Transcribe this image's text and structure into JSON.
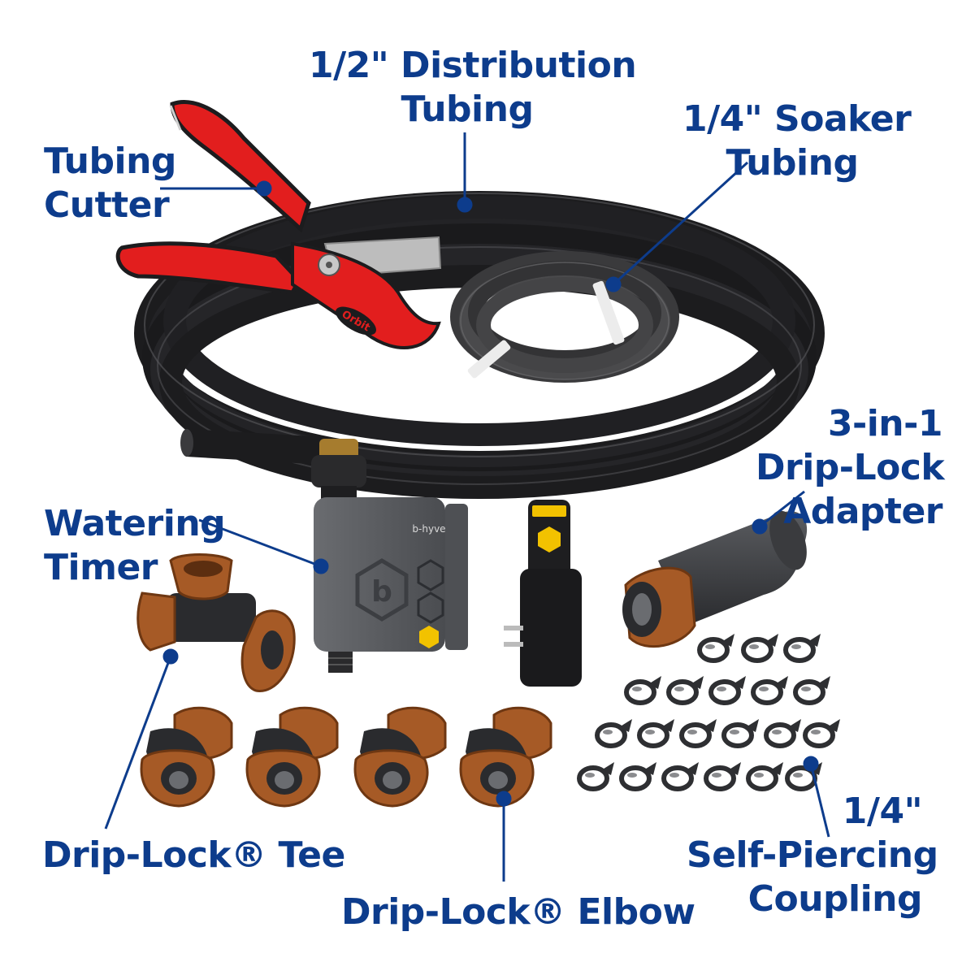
{
  "colors": {
    "label_text": "#0d3c8c",
    "leader_line": "#0d3c8c",
    "tubing": "#1c1c1e",
    "cutter_handle": "#e21e1e",
    "fitting_orange": "#a65a26",
    "timer_body": "#5f6164",
    "background": "#ffffff"
  },
  "labels": {
    "distribution_tubing": {
      "line1": "1/2\" Distribution",
      "line2": "Tubing"
    },
    "soaker_tubing": {
      "line1": "1/4\" Soaker",
      "line2": "Tubing"
    },
    "tubing_cutter": {
      "line1": "Tubing",
      "line2": "Cutter"
    },
    "adapter": {
      "line1": "3-in-1",
      "line2": "Drip-Lock",
      "line3": "Adapter"
    },
    "watering_timer": {
      "line1": "Watering",
      "line2": "Timer"
    },
    "tee": {
      "line1": "Drip-Lock® Tee"
    },
    "elbow": {
      "line1": "Drip-Lock® Elbow"
    },
    "coupling": {
      "line1": "1/4\"",
      "line2": "Self-Piercing",
      "line3": "Coupling"
    }
  },
  "product_marks": {
    "cutter_brand": "Orbit",
    "timer_brand": "b-hyve"
  },
  "icons": [
    "hose-coil",
    "tubing-cutter",
    "soaker-coil",
    "watering-timer",
    "remote-bridge",
    "drip-lock-adapter",
    "drip-lock-tee",
    "drip-lock-elbow",
    "self-piercing-coupling"
  ]
}
